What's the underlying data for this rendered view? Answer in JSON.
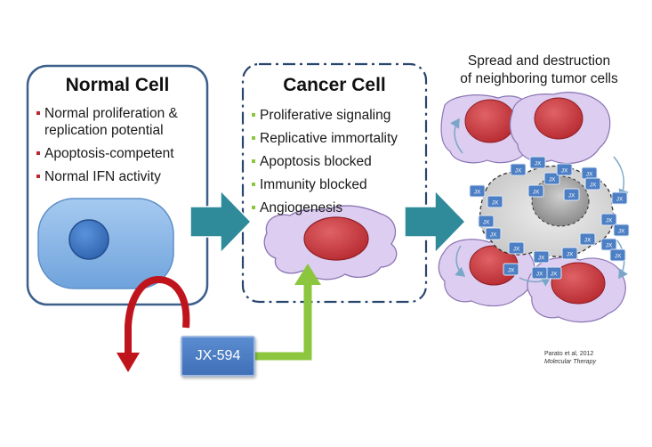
{
  "normal_cell": {
    "title": "Normal Cell",
    "bullets": [
      "Normal proliferation & replication potential",
      "Apoptosis-competent",
      "Normal IFN activity"
    ]
  },
  "cancer_cell": {
    "title": "Cancer Cell",
    "bullets": [
      "Proliferative signaling",
      "Replicative immortality",
      "Apoptosis blocked",
      "Immunity blocked",
      "Angiogenesis"
    ]
  },
  "spread": {
    "title_line1": "Spread and destruction",
    "title_line2": "of neighboring tumor cells",
    "virus_label": "JX"
  },
  "drug": {
    "label": "JX-594"
  },
  "citation": {
    "author": "Parato et al, 2012",
    "journal": "Molecular Therapy"
  },
  "colors": {
    "normal_border": "#3d5f8c",
    "normal_cell_fill": "#7fb2e5",
    "normal_nucleus": "#3a74c2",
    "cancer_border": "#28456e",
    "cancer_cell_fill": "#ddcdf0",
    "cancer_nucleus": "#c8353a",
    "big_arrow": "#2f8a9a",
    "curved_arrow": "#c0141c",
    "green_arrow": "#8cc63f",
    "red_bullet": "#c0262d",
    "green_bullet": "#8cc63f"
  }
}
